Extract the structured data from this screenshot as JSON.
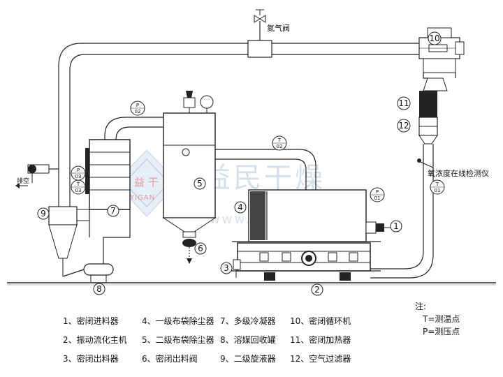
{
  "labels": {
    "nitrogen_valve": "氮气阀",
    "exhaust": "排空",
    "oxygen_detector": "氧浓度在线检测仪"
  },
  "markers": {
    "p02": {
      "letter": "P",
      "num": "02"
    },
    "t02": {
      "letter": "T",
      "num": "02"
    },
    "p03": {
      "letter": "P",
      "num": "03"
    },
    "t03": {
      "letter": "T",
      "num": "03"
    },
    "p01": {
      "letter": "P",
      "num": "01"
    },
    "t01": {
      "letter": "T",
      "num": "01"
    }
  },
  "callouts": [
    "1",
    "2",
    "3",
    "4",
    "5",
    "6",
    "7",
    "8",
    "9",
    "10",
    "11",
    "12"
  ],
  "legend": [
    "1、密闭进料器",
    "2、振动流化主机",
    "3、密闭出料器",
    "4、一级布袋除尘器",
    "5、二级布袋除尘器",
    "6、密闭出料阀",
    "7、多级冷凝器",
    "8、溶媒回收罐",
    "9、二级旋液器",
    "10、密闭循环机",
    "11、密闭加热器",
    "12、空气过滤器"
  ],
  "notes": {
    "title": "注:",
    "t": "T=测温点",
    "p": "P=测压点"
  },
  "watermark": {
    "logo_cn": "益 干",
    "logo_en": "YIGAN",
    "text": "益民干燥",
    "url": "www.cz-ym.com"
  }
}
